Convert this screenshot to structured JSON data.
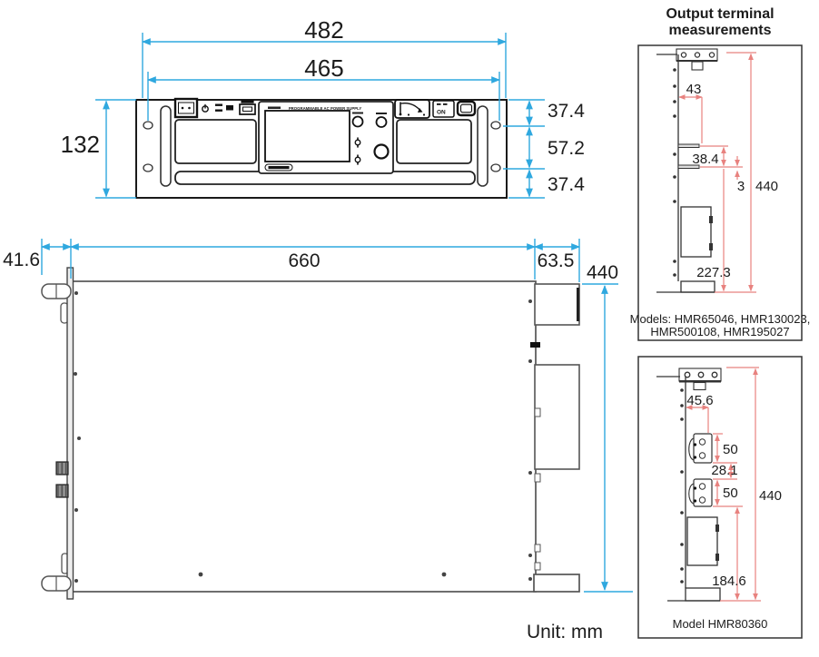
{
  "unit_label": "Unit: mm",
  "colors": {
    "dimension_line": "#2FA8DF",
    "terminal_dimension_line": "#E8827F",
    "drawing_line": "#333333"
  },
  "front_view": {
    "dim_width_overall": "482",
    "dim_width_mounting": "465",
    "dim_height": "132",
    "dim_right_top": "37.4",
    "dim_right_mid": "57.2",
    "dim_right_bottom": "37.4",
    "screen_title": "PROGRAMMABLE AC POWER SUPPLY",
    "output_on_label": "ON"
  },
  "side_view": {
    "dim_front_depth": "41.6",
    "dim_body_depth": "660",
    "dim_rear_depth": "63.5",
    "dim_height": "440"
  },
  "output_terminals": {
    "title_line1": "Output terminal",
    "title_line2": "measurements",
    "panel1": {
      "dim_43": "43",
      "dim_38_4": "38.4",
      "dim_3": "3",
      "dim_440": "440",
      "dim_227_3": "227.3",
      "caption_line1": "Models: HMR65046, HMR130023,",
      "caption_line2": "HMR500108, HMR195027"
    },
    "panel2": {
      "dim_45_6": "45.6",
      "dim_50_top": "50",
      "dim_28_1": "28.1",
      "dim_50_bottom": "50",
      "dim_440": "440",
      "dim_184_6": "184.6",
      "caption": "Model HMR80360"
    }
  }
}
